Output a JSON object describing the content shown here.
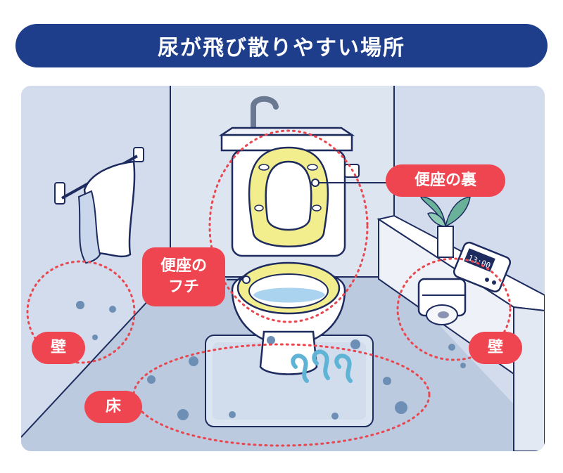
{
  "title": "尿が飛び散りやすい場所",
  "labels": {
    "seat_back": "便座の裏",
    "seat_rim_line1": "便座の",
    "seat_rim_line2": "フチ",
    "wall_left": "壁",
    "wall_right": "壁",
    "floor": "床"
  },
  "clock_text": "13:00",
  "colors": {
    "title_bg": "#1e3e8c",
    "label_bg": "#ef4550",
    "dotted_circle": "#e8474f",
    "wall": "#dde5f1",
    "floor": "#b9c7dd",
    "toilet_white": "#ffffff",
    "seat_yellow": "#f2ee8e",
    "water_blue": "#a9d3ef",
    "splash": "#6d8eb5"
  },
  "icons": [
    "towel-icon",
    "toilet-icon",
    "toilet-paper-icon",
    "clock-icon",
    "plant-icon",
    "odor-icon",
    "splash-icon"
  ]
}
